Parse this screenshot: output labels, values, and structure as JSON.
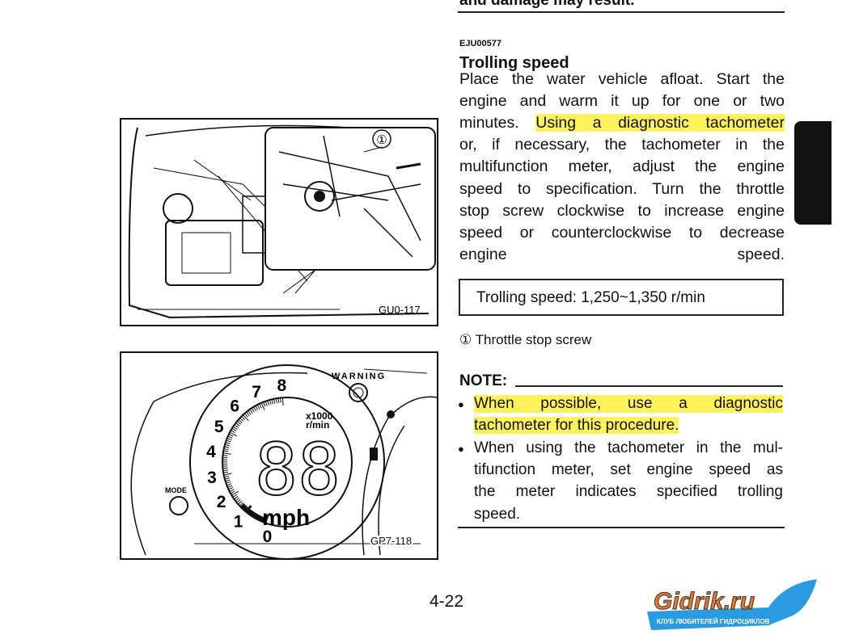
{
  "top_cut_text": "and damage may result.",
  "section_code": "EJU00577",
  "heading": "Trolling speed",
  "paragraph_lines": [
    {
      "pre": "Place the water vehicle afloat. Start the",
      "hl": ""
    },
    {
      "pre": "engine and warm it up for one or two",
      "hl": ""
    },
    {
      "pre": "minutes. ",
      "hl": "Using a diagnostic tachometer"
    },
    {
      "pre": "or, if necessary, the tachometer in the",
      "hl": ""
    },
    {
      "pre": "multifunction meter, adjust the engine",
      "hl": ""
    },
    {
      "pre": "speed to specification. Turn the throttle",
      "hl": ""
    },
    {
      "pre": "stop screw clockwise to increase engine",
      "hl": ""
    },
    {
      "pre": "speed or counterclockwise to decrease",
      "hl": ""
    },
    {
      "pre": "engine speed.",
      "hl": ""
    }
  ],
  "spec_box": "Trolling speed: 1,250~1,350 r/min",
  "caption": "① Throttle stop screw",
  "note_label": "NOTE:",
  "notes": [
    {
      "lines": [
        "When possible, use a diagnostic",
        "tachometer for this procedure."
      ],
      "highlighted": true
    },
    {
      "lines": [
        "When using the tachometer in the mul-",
        "tifunction meter, set engine speed as",
        "the meter indicates specified trolling",
        "speed."
      ],
      "highlighted": false
    }
  ],
  "figure1": {
    "code": "GU0-117",
    "callout": "①"
  },
  "figure2": {
    "code": "GP7-118",
    "warning": "WARNING",
    "mode": "MODE",
    "multiplier": "x1000",
    "unit_rpm": "r/min",
    "unit_speed": "mph",
    "display": "88",
    "ticks": [
      "0",
      "1",
      "2",
      "3",
      "4",
      "5",
      "6",
      "7",
      "8"
    ]
  },
  "page_number": "4-22",
  "watermark": {
    "logo": "Gidrik.ru",
    "tagline": "КЛУБ ЛЮБИТЕЛЕЙ ГИДРОЦИКЛОВ"
  },
  "colors": {
    "highlight": "#fff25a",
    "logo_orange": "#e8782a",
    "logo_blue": "#2a9be0"
  }
}
